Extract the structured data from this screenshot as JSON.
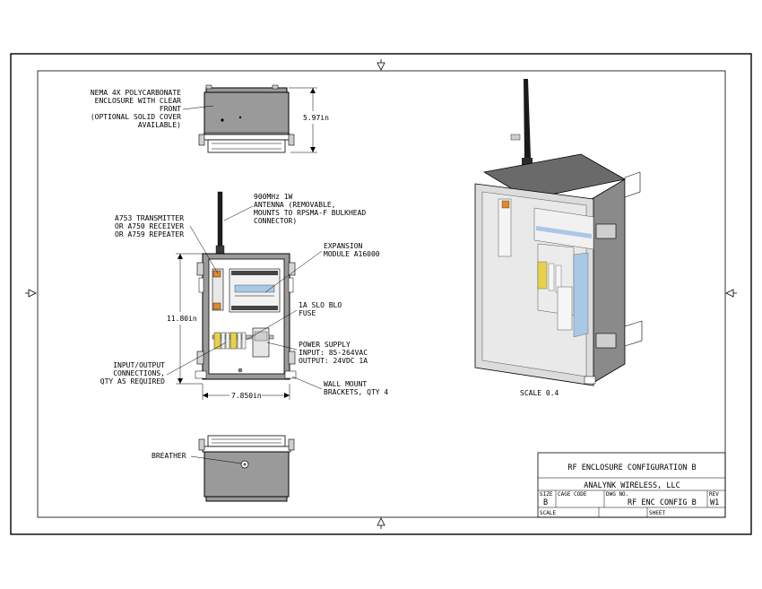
{
  "notes": {
    "enclosure": [
      "NEMA 4X POLYCARBONATE",
      "ENCLOSURE WITH CLEAR",
      "FRONT",
      "(OPTIONAL SOLID COVER",
      "AVAILABLE)"
    ],
    "antenna": [
      "900MHz 1W",
      "ANTENNA (REMOVABLE,",
      "MOUNTS TO RPSMA-F BULKHEAD",
      "CONNECTOR)"
    ],
    "transmitter": [
      "A753 TRANSMITTER",
      "OR A750 RECEIVER",
      "OR A759 REPEATER"
    ],
    "expansion": [
      "EXPANSION",
      "MODULE A16000"
    ],
    "fuse": [
      "1A SLO BLO",
      "FUSE"
    ],
    "power_supply": [
      "POWER SUPPLY",
      "INPUT: 85-264VAC",
      "OUTPUT: 24VDC 1A"
    ],
    "io": [
      "INPUT/OUTPUT",
      "CONNECTIONS,",
      "QTY AS REQUIRED"
    ],
    "wall_mount": [
      "WALL MOUNT",
      "BRACKETS, QTY 4"
    ],
    "breather": "BREATHER"
  },
  "dimensions": {
    "depth": "5.97in",
    "height": "11.80in",
    "width": "7.850in"
  },
  "scale_note": "SCALE 0.4",
  "title_block": {
    "title": "RF ENCLOSURE CONFIGURATION B",
    "company": "ANALYNK WIRELESS, LLC",
    "size_label": "SIZE",
    "size_value": "B",
    "cage_label": "CAGE CODE",
    "dwg_label": "DWG NO.",
    "dwg_value": "RF ENC CONFIG B",
    "rev_label": "REV",
    "rev_value": "W1",
    "scale_label": "SCALE",
    "sheet_label": "SHEET"
  },
  "colors": {
    "enclosure_gray": "#9a9a9a",
    "module_blue": "#a9c8e6",
    "terminal_orange": "#e08a2a",
    "terminal_yellow": "#e8d24a"
  }
}
